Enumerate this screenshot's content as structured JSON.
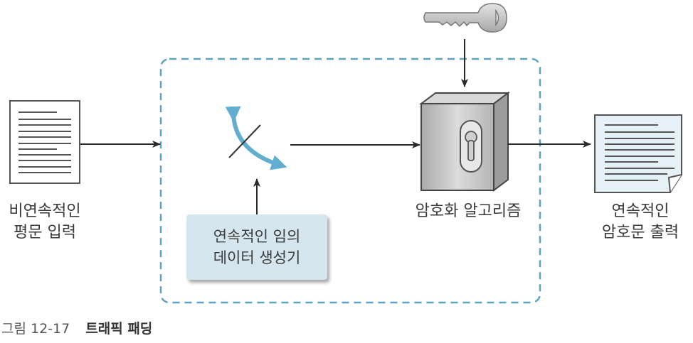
{
  "diagram": {
    "title": "트래픽 패딩",
    "nodes": {
      "input": {
        "label_lines": [
          "비연속적인",
          "평문 입력"
        ],
        "icon": "document-icon"
      },
      "switch": {
        "icon": "switch-arrow-icon"
      },
      "generator": {
        "label_lines": [
          "연속적인 임의",
          "데이터 생성기"
        ]
      },
      "key": {
        "icon": "key-icon"
      },
      "algorithm": {
        "label_lines": [
          "암호화 알고리즘"
        ],
        "icon": "lock-box-icon"
      },
      "output": {
        "label_lines": [
          "연속적인",
          "암호문 출력"
        ],
        "icon": "document-icon"
      }
    },
    "edges": [
      {
        "from": "input",
        "to": "switch"
      },
      {
        "from": "generator",
        "to": "switch"
      },
      {
        "from": "switch",
        "to": "algorithm"
      },
      {
        "from": "key",
        "to": "algorithm"
      },
      {
        "from": "algorithm",
        "to": "output"
      }
    ],
    "colors": {
      "dashed_border": "#5fa3bf",
      "switch_arrow": "#62aed0",
      "generator_fill": "#d5e6ef",
      "output_doc_fill": "#e6f0f7",
      "line": "#2a2a2a"
    }
  },
  "caption": {
    "number": "그림 12-17",
    "title": "트래픽 패딩"
  }
}
